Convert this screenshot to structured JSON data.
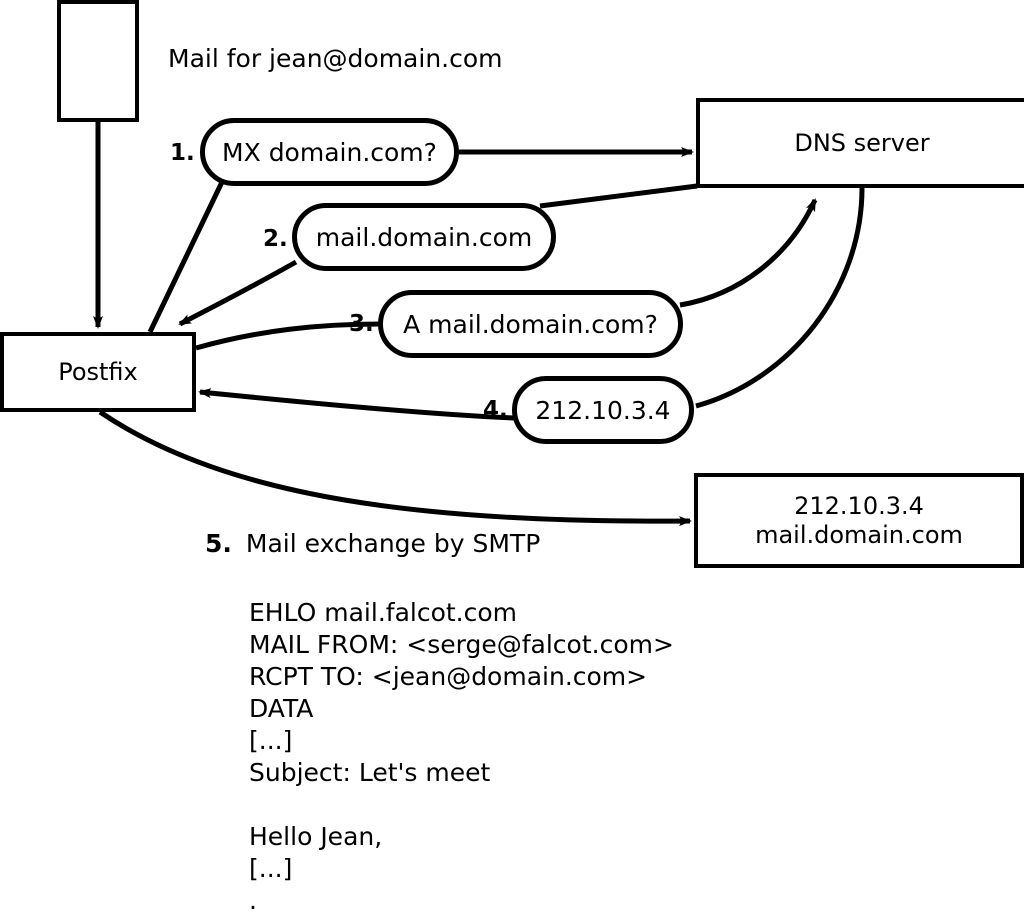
{
  "diagram": {
    "title_caption": "Mail for jean@domain.com",
    "nodes": {
      "sender_client": {
        "label": ""
      },
      "postfix": {
        "label": "Postfix"
      },
      "dns_server": {
        "label": "DNS server"
      },
      "mail_server": {
        "line1": "212.10.3.4",
        "line2": "mail.domain.com"
      }
    },
    "steps": [
      {
        "num": "1.",
        "text": "MX domain.com?"
      },
      {
        "num": "2.",
        "text": "mail.domain.com"
      },
      {
        "num": "3.",
        "text": "A mail.domain.com?"
      },
      {
        "num": "4.",
        "text": "212.10.3.4"
      }
    ],
    "step5": {
      "num": "5.",
      "label": "Mail exchange by SMTP"
    },
    "smtp_transcript": "EHLO mail.falcot.com\nMAIL FROM: <serge@falcot.com>\nRCPT TO: <jean@domain.com>\nDATA\n[...]\nSubject: Let's meet\n\nHello Jean,\n[...]\n.",
    "colors": {
      "stroke": "#000000",
      "fill": "#ffffff"
    }
  }
}
